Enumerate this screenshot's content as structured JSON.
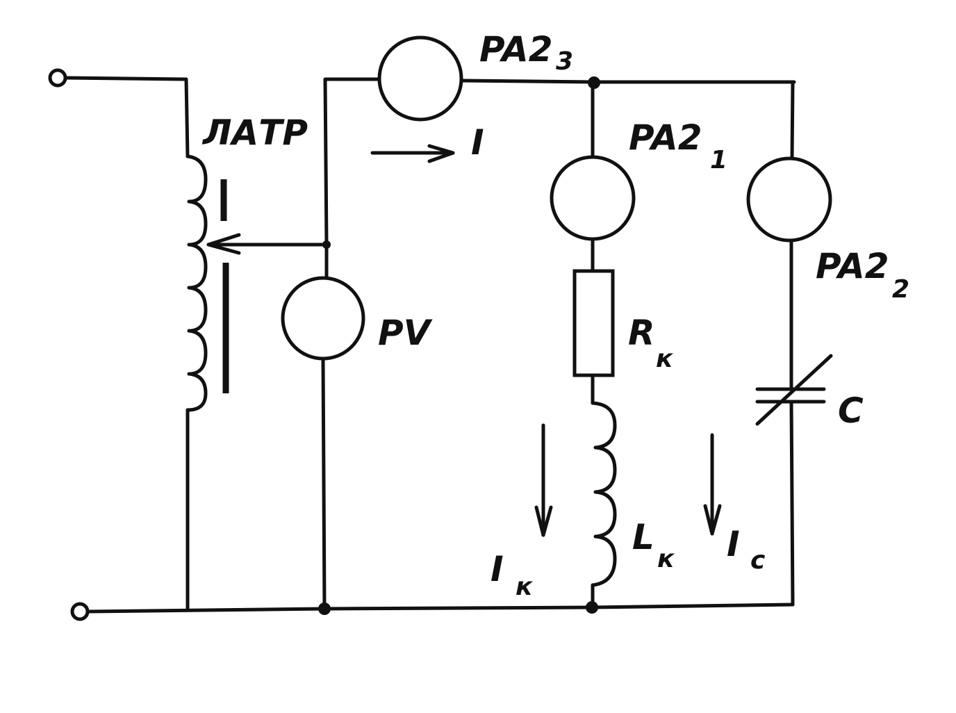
{
  "diagram": {
    "labels": {
      "latr": "ЛАТР",
      "pa2_3_main": "PA2",
      "pa2_3_sub": "3",
      "pa2_1_main": "PA2",
      "pa2_1_sub": "1",
      "pa2_2_main": "PA2",
      "pa2_2_sub": "2",
      "pv": "PV",
      "current_i": "I",
      "r_main": "R",
      "r_sub": "к",
      "l_main": "L",
      "l_sub": "к",
      "c": "C",
      "ik_main": "I",
      "ik_sub": "к",
      "ic_main": "I",
      "ic_sub": "с"
    }
  }
}
